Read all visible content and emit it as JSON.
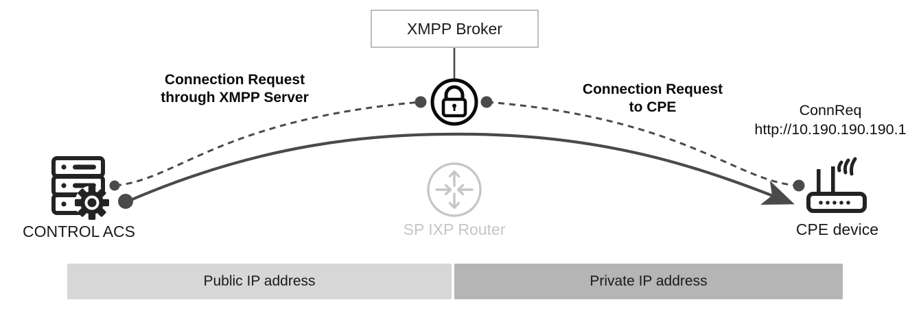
{
  "diagram": {
    "title_box": {
      "label": "XMPP Broker"
    },
    "nodes": [
      {
        "id": "acs",
        "label": "CONTROL ACS",
        "icon": "server-gear-icon"
      },
      {
        "id": "router",
        "label": "SP IXP Router",
        "icon": "router-arrows-icon"
      },
      {
        "id": "cpe",
        "label": "CPE device",
        "icon": "wifi-router-icon"
      }
    ],
    "secure_node": {
      "icon": "lock-icon"
    },
    "flows": [
      {
        "id": "xmpp-flow",
        "line1": "Connection Request",
        "line2": "through XMPP Server",
        "style": "dashed"
      },
      {
        "id": "cpe-flow",
        "line1": "Connection Request",
        "line2": "to CPE",
        "style": "solid"
      }
    ],
    "connreq": {
      "line1": "ConnReq",
      "line2": "http://10.190.190.190.1"
    },
    "bands": [
      {
        "id": "public",
        "label": "Public IP address",
        "color": "#d7d7d7"
      },
      {
        "id": "private",
        "label": "Private IP address",
        "color": "#b5b5b5"
      }
    ],
    "colors": {
      "line": "#4a4a4a",
      "icon_dark": "#232323",
      "icon_muted": "#c6c6c6",
      "box_border": "#bdbdbd"
    }
  }
}
